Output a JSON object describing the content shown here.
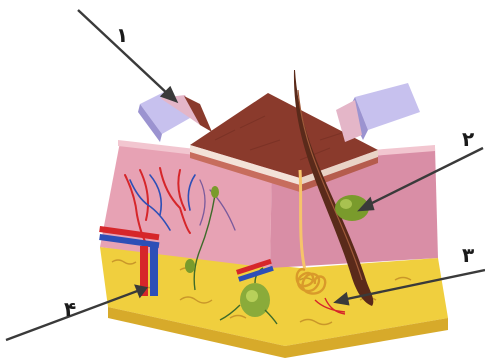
{
  "labels": {
    "l1": "۱",
    "l2": "۲",
    "l3": "۳",
    "l4": "۴"
  },
  "colors": {
    "epidermis_top": "#8a3a2c",
    "dermis": "#e7a2b4",
    "hypodermis": "#f0cf3e",
    "peeled_flap": "#b9b3e6",
    "hair": "#5a2a1a",
    "vessel_red": "#d6262a",
    "vessel_blue": "#2d4fb7",
    "gland_green": "#7a9b2c",
    "pointer": "#3a3a3a"
  }
}
